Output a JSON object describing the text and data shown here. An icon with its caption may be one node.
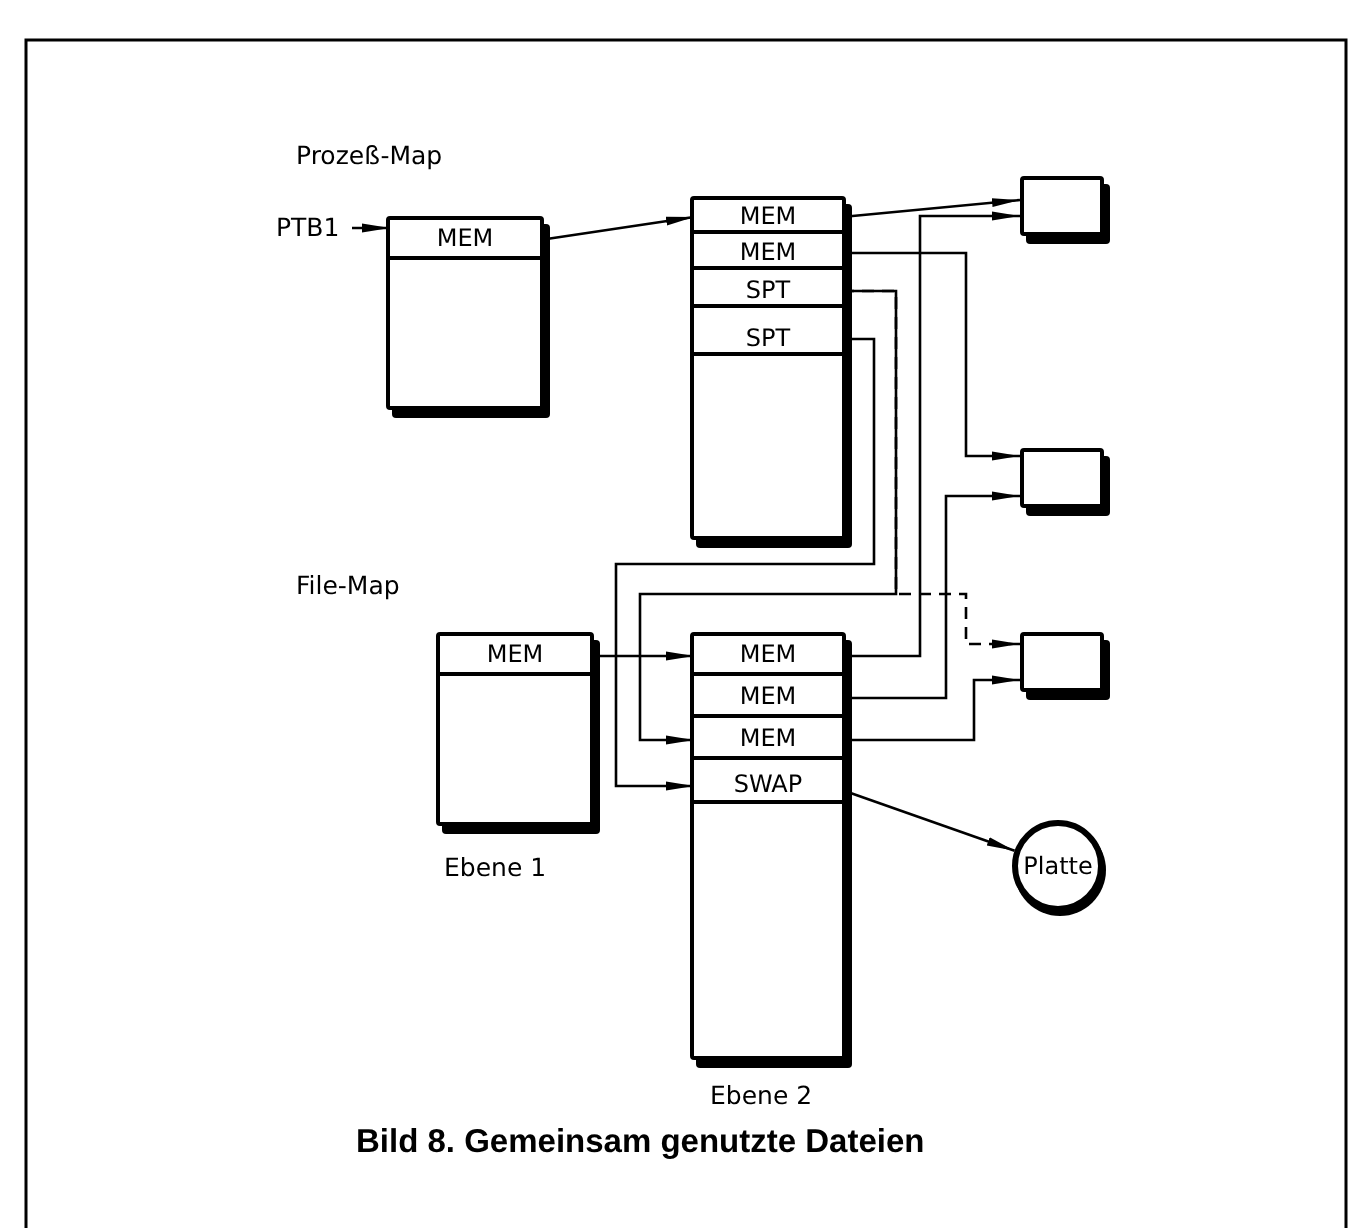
{
  "diagram": {
    "caption": "Bild 8. Gemeinsam genutzte Dateien",
    "nodes": [
      {
        "text": [
          "PTB1"
        ]
      },
      {
        "text": [],
        "shape": "box"
      },
      {
        "text": [
          "MEM"
        ],
        "in": 1
      },
      {
        "text": [],
        "shape": "box"
      },
      {
        "text": [
          "MEM"
        ],
        "in": 3
      },
      {
        "text": [
          "MEM"
        ],
        "in": 3
      },
      {
        "text": [
          "SPT"
        ],
        "in": 3
      },
      {
        "text": [
          "SPT"
        ],
        "in": 3
      },
      {
        "text": [],
        "shape": "box"
      },
      {
        "text": [],
        "shape": "box"
      },
      {
        "text": [],
        "shape": "box"
      },
      {
        "text": [],
        "shape": "box",
        "beside": [
          "Ebene 1"
        ]
      },
      {
        "text": [
          "MEM"
        ],
        "in": 11
      },
      {
        "text": [],
        "shape": "box",
        "beside": [
          "Ebene 2"
        ]
      },
      {
        "text": [
          "MEM"
        ],
        "in": 13
      },
      {
        "text": [
          "MEM"
        ],
        "in": 13
      },
      {
        "text": [
          "MEM"
        ],
        "in": 13
      },
      {
        "text": [
          "SWAP"
        ],
        "in": 13
      },
      {
        "text": [
          "Platte"
        ]
      }
    ],
    "edges": [
      {
        "from": 0,
        "to": 2,
        "arrow": "to"
      },
      {
        "from": 2,
        "to": 4,
        "arrow": "to"
      },
      {
        "from": 4,
        "to": 8,
        "arrow": "to"
      },
      {
        "from": 5,
        "to": 9,
        "arrow": "to"
      },
      {
        "from": 6,
        "to": 16,
        "arrow": "to"
      },
      {
        "from": 6,
        "to": 10,
        "arrow": "to",
        "style": "dashed"
      },
      {
        "from": 7,
        "to": 17,
        "arrow": "to"
      },
      {
        "from": 12,
        "to": 14,
        "arrow": "to"
      },
      {
        "from": 14,
        "to": 8,
        "arrow": "to"
      },
      {
        "from": 15,
        "to": 9,
        "arrow": "to"
      },
      {
        "from": 16,
        "to": 10,
        "arrow": "to"
      },
      {
        "from": 17,
        "to": 18,
        "arrow": "to"
      }
    ],
    "labels": [
      "Prozeß-Map",
      "File-Map"
    ]
  }
}
